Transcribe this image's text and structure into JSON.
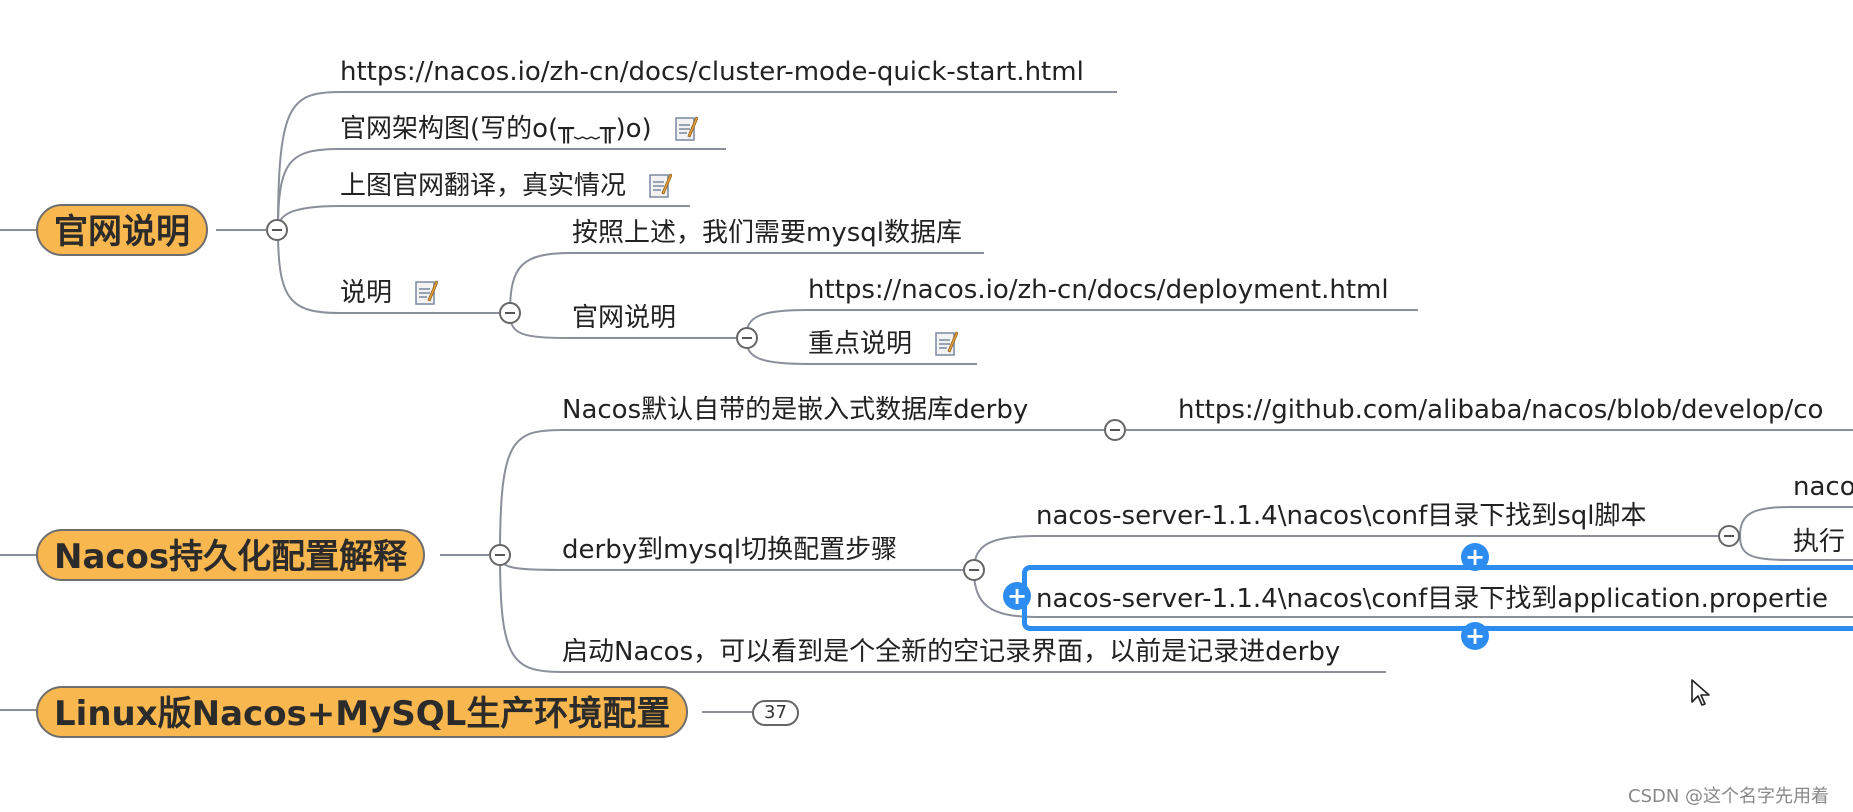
{
  "topics": {
    "official": "官网说明",
    "persistence": "Nacos持久化配置解释",
    "linux": "Linux版Nacos+MySQL生产环境配置"
  },
  "official": {
    "link_cluster": "https://nacos.io/zh-cn/docs/cluster-mode-quick-start.html",
    "arch_diagram": "官网架构图(写的o(╥﹏╥)o)",
    "translation": "上图官网翻译，真实情况",
    "explain": "说明",
    "need_mysql": "按照上述，我们需要mysql数据库",
    "official_explain": "官网说明",
    "link_deployment": "https://nacos.io/zh-cn/docs/deployment.html",
    "key_points": "重点说明"
  },
  "persistence": {
    "derby_default": "Nacos默认自带的是嵌入式数据库derby",
    "github_link": "https://github.com/alibaba/nacos/blob/develop/co",
    "switch_steps": "derby到mysql切换配置步骤",
    "find_sql": "nacos-server-1.1.4\\nacos\\conf目录下找到sql脚本",
    "sql_child_1": "naco",
    "sql_child_2": "执行",
    "find_props": "nacos-server-1.1.4\\nacos\\conf目录下找到application.propertie",
    "start_nacos": "启动Nacos，可以看到是个全新的空记录界面，以前是记录进derby"
  },
  "linux": {
    "collapsed_count": "37"
  },
  "icons": {
    "note": "note-icon",
    "collapse": "collapse-icon",
    "add": "plus-icon",
    "cursor": "mouse-cursor"
  },
  "colors": {
    "topic_fill": "#f8b74f",
    "selection": "#2d8cf0",
    "line": "#8a8f99"
  },
  "watermark": "CSDN @这个名字先用着"
}
